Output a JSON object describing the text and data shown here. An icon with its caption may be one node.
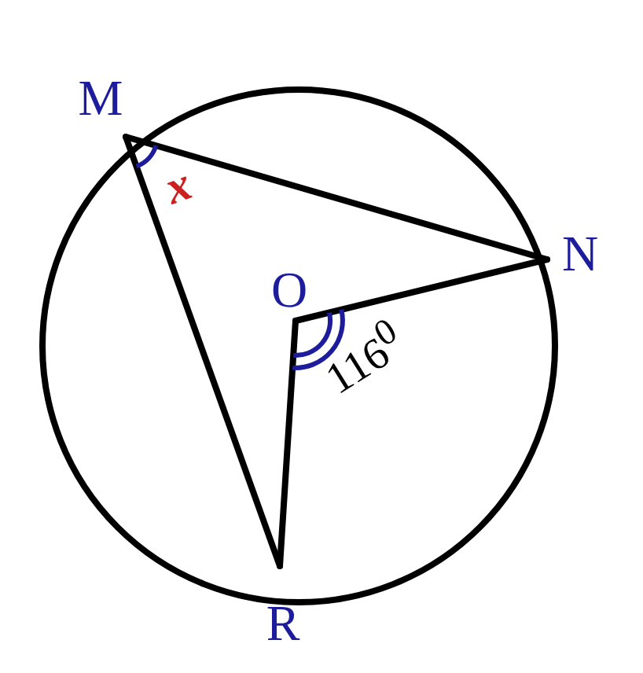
{
  "diagram": {
    "nodes": [
      {
        "text": [
          "M"
        ]
      },
      {
        "text": [
          "N"
        ]
      },
      {
        "text": [
          "O"
        ]
      },
      {
        "text": [
          "R"
        ]
      }
    ],
    "edges": [
      {
        "from": 0,
        "to": 1,
        "arrow": "none"
      },
      {
        "from": 0,
        "to": 3,
        "arrow": "none"
      },
      {
        "from": 2,
        "to": 1,
        "arrow": "none"
      },
      {
        "from": 2,
        "to": 3,
        "arrow": "none"
      }
    ],
    "labels": [
      "x",
      "116$^{0}$"
    ]
  }
}
